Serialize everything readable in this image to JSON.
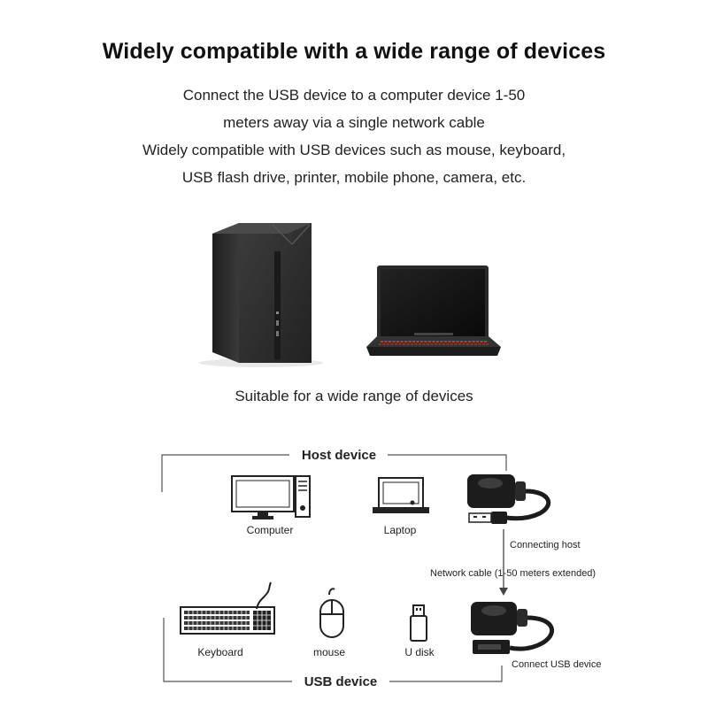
{
  "header": {
    "title": "Widely compatible with a wide range of devices",
    "lines": [
      "Connect the USB device to a computer device 1-50",
      "meters away via a single network cable",
      "Widely compatible with USB devices such as mouse, keyboard,",
      "USB flash drive, printer, mobile phone, camera, etc."
    ]
  },
  "photos": {
    "caption": "Suitable for a wide range of devices"
  },
  "diagram": {
    "host_title": "Host device",
    "usb_title": "USB device",
    "computer": "Computer",
    "laptop": "Laptop",
    "connecting_host": "Connecting host",
    "network_cable": "Network cable (1-50 meters extended)",
    "keyboard": "Keyboard",
    "mouse": "mouse",
    "udisk": "U disk",
    "connect_usb": "Connect USB device"
  },
  "colors": {
    "line": "#555555",
    "device_dark": "#2b2b2b",
    "laptop_screen": "#141414",
    "keyboard_glow": "#c0392b"
  }
}
